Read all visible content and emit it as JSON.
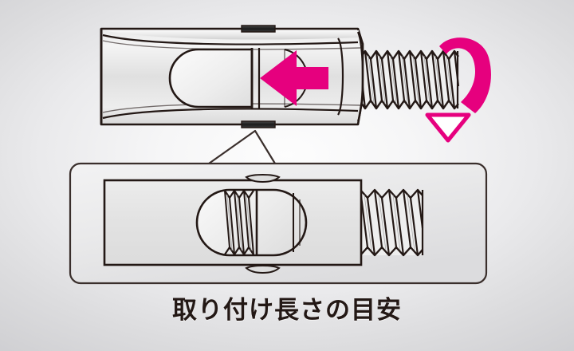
{
  "figure": {
    "title": "取り付け長さの目安",
    "background": {
      "center_color": "#fdfdfd",
      "edge_color": "#d0d0d3",
      "style": "radial-gradient"
    },
    "line_color": "#231815",
    "accent_color": "#e6007e",
    "metal_fill_light": "#f3f3f3",
    "metal_fill_mid": "#e2e2e2",
    "metal_fill_dark": "#d4d4d4"
  },
  "top_view": {
    "name": "外観図（ターンバックル胴とねじ部）",
    "body_label": "turnbuckle-body",
    "thread_label": "threaded-rod",
    "insert_arrow": {
      "name": "insertion-direction-arrow",
      "direction": "left",
      "color": "#e6007e"
    },
    "rotation_arrow": {
      "name": "rotation-direction-arrow",
      "direction": "clockwise-down",
      "band_color": "#e6007e",
      "head_fill": "#ffffff"
    },
    "tabs": [
      {
        "name": "top-seam-tab"
      },
      {
        "name": "bottom-seam-tab"
      }
    ]
  },
  "callout": {
    "name": "detail-callout-box",
    "border_color": "#3a2f2c",
    "corner_radius": 12,
    "leader": {
      "name": "callout-leader-line",
      "shape": "peak"
    }
  },
  "bottom_view": {
    "name": "断面図（ねじ込み長さ）",
    "body_label": "turnbuckle-body-section",
    "engagement_label": "thread-engagement-oval",
    "thread_label": "threaded-rod-section"
  }
}
